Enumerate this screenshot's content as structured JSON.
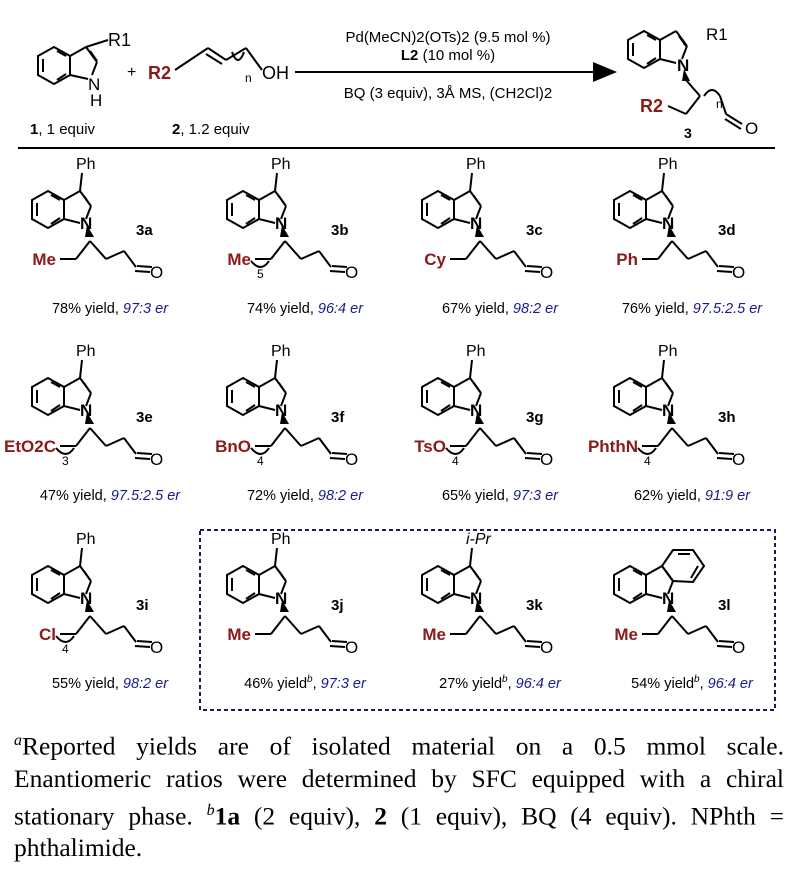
{
  "scheme": {
    "reactant1": {
      "substituent": "R1",
      "nh": "N",
      "h": "H",
      "label_num": "1",
      "label_rest": ", 1 equiv"
    },
    "plus": "+",
    "reactant2": {
      "r2": "R2",
      "subscript_n": "n",
      "oh": "OH",
      "label_num": "2",
      "label_rest": ", 1.2 equiv"
    },
    "conditions": {
      "line1": "Pd(MeCN)2(OTs)2 (9.5 mol %)",
      "line2_bold": "L2",
      "line2_rest": " (10 mol %)",
      "line3": "BQ (3 equiv), 3Å MS, (CH2Cl)2"
    },
    "product": {
      "substituent": "R1",
      "r2": "R2",
      "n": "n",
      "o": "O",
      "label": "3"
    }
  },
  "products": [
    {
      "id": "3a",
      "top": "Ph",
      "side": "Me",
      "chain": "",
      "yield": "78% yield, ",
      "er": "97:3 er"
    },
    {
      "id": "3b",
      "top": "Ph",
      "side": "Me",
      "chain": "5",
      "yield": "74% yield, ",
      "er": "96:4 er"
    },
    {
      "id": "3c",
      "top": "Ph",
      "side": "Cy",
      "chain": "",
      "yield": "67% yield, ",
      "er": "98:2 er"
    },
    {
      "id": "3d",
      "top": "Ph",
      "side": "Ph",
      "chain": "",
      "yield": "76% yield, ",
      "er": "97.5:2.5 er"
    },
    {
      "id": "3e",
      "top": "Ph",
      "side": "EtO2C",
      "chain": "3",
      "yield": "47% yield, ",
      "er": "97.5:2.5 er"
    },
    {
      "id": "3f",
      "top": "Ph",
      "side": "BnO",
      "chain": "4",
      "yield": "72% yield, ",
      "er": "98:2 er"
    },
    {
      "id": "3g",
      "top": "Ph",
      "side": "TsO",
      "chain": "4",
      "yield": "65% yield, ",
      "er": "97:3 er"
    },
    {
      "id": "3h",
      "top": "Ph",
      "side": "PhthN",
      "chain": "4",
      "yield": "62% yield, ",
      "er": "91:9 er"
    },
    {
      "id": "3i",
      "top": "Ph",
      "side": "Cl",
      "chain": "4",
      "yield": "55% yield, ",
      "er": "98:2 er"
    },
    {
      "id": "3j",
      "top": "Ph",
      "side": "Me",
      "chain": "",
      "yield": "46% yield",
      "yield_sup": "b",
      "yield_after": ", ",
      "er": "97:3 er"
    },
    {
      "id": "3k",
      "top": "i-Pr",
      "side": "Me",
      "chain": "",
      "yield": "27% yield",
      "yield_sup": "b",
      "yield_after": ", ",
      "er": "96:4 er"
    },
    {
      "id": "3l",
      "top": "",
      "side": "Me",
      "chain": "",
      "yield": "54% yield",
      "yield_sup": "b",
      "yield_after": ", ",
      "er": "96:4 er"
    }
  ],
  "atom_n": "N",
  "atom_o": "O",
  "footnote": {
    "a_mark": "a",
    "a_text": "Reported yields are of isolated material on a 0.5 mmol scale. Enantiomeric ratios were determined by SFC equipped with a chiral stationary phase.",
    "b_mark": "b",
    "b_1a": "1a",
    "b_text1": " (2 equiv), ",
    "b_2": "2",
    "b_text2": " (1 equiv), BQ (4 equiv). NPhth = phthalimide."
  },
  "colors": {
    "substituent": "#8b1a1a",
    "er": "#1a1a8b",
    "text": "#000000"
  }
}
